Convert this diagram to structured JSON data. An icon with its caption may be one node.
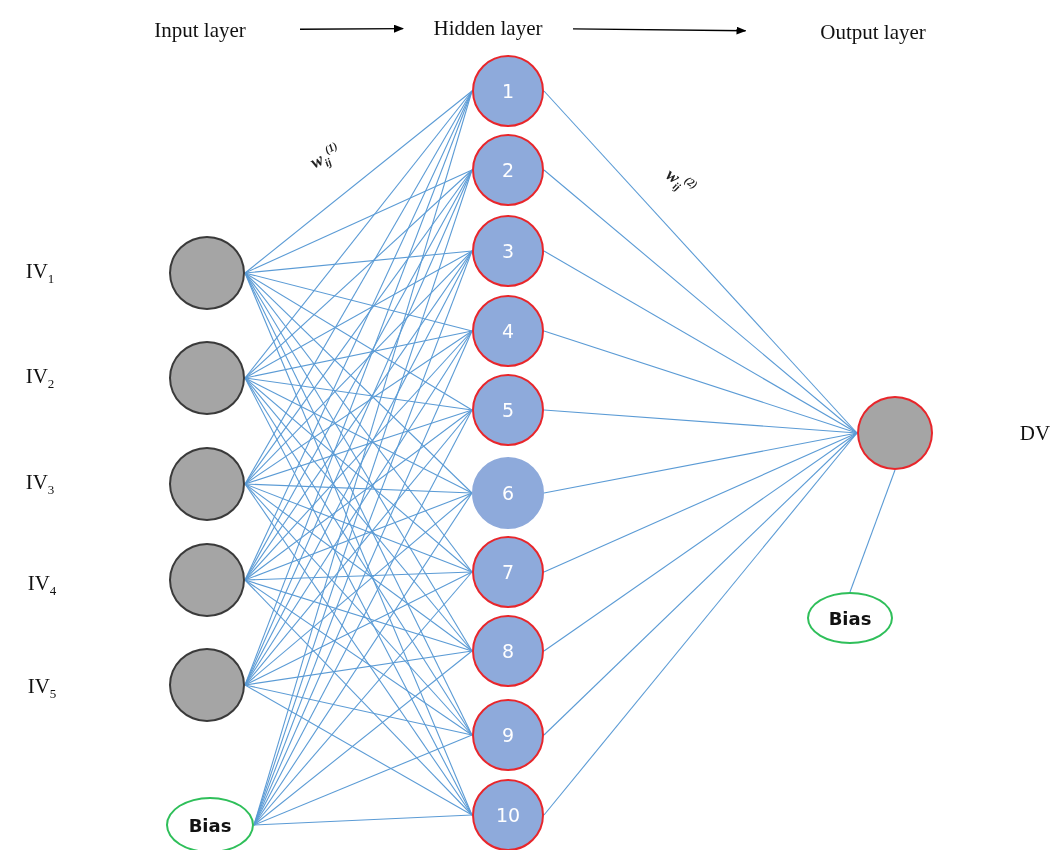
{
  "diagram": {
    "nodes": [
      {
        "text": [
          "Input layer"
        ]
      },
      {
        "text": [
          "Hidden layer"
        ]
      },
      {
        "text": [
          "Output layer"
        ]
      },
      {
        "text": [],
        "shape": "circle"
      },
      {
        "text": [],
        "shape": "circle"
      },
      {
        "text": [],
        "shape": "circle"
      },
      {
        "text": [],
        "shape": "circle"
      },
      {
        "text": [],
        "shape": "circle"
      },
      {
        "text": [
          "Bias"
        ]
      },
      {
        "text": [
          "1"
        ]
      },
      {
        "text": [
          "2"
        ]
      },
      {
        "text": [
          "3"
        ]
      },
      {
        "text": [
          "4"
        ]
      },
      {
        "text": [
          "5"
        ]
      },
      {
        "text": [
          "6"
        ]
      },
      {
        "text": [
          "7"
        ]
      },
      {
        "text": [
          "8"
        ]
      },
      {
        "text": [
          "9"
        ]
      },
      {
        "text": [
          "10"
        ]
      },
      {
        "text": [],
        "shape": "circle"
      },
      {
        "text": [
          "Bias"
        ]
      }
    ],
    "edges": [
      {
        "from": 0,
        "to": 1,
        "arrow": "to",
        "color": "#000000"
      },
      {
        "from": 1,
        "to": 2,
        "arrow": "to",
        "color": "#000000"
      },
      {
        "from": 3,
        "to": 9,
        "arrow": "none"
      },
      {
        "from": 3,
        "to": 10,
        "arrow": "none"
      },
      {
        "from": 3,
        "to": 11,
        "arrow": "none"
      },
      {
        "from": 3,
        "to": 12,
        "arrow": "none"
      },
      {
        "from": 3,
        "to": 13,
        "arrow": "none"
      },
      {
        "from": 3,
        "to": 14,
        "arrow": "none"
      },
      {
        "from": 3,
        "to": 15,
        "arrow": "none"
      },
      {
        "from": 3,
        "to": 16,
        "arrow": "none"
      },
      {
        "from": 3,
        "to": 17,
        "arrow": "none"
      },
      {
        "from": 3,
        "to": 18,
        "arrow": "none"
      },
      {
        "from": 4,
        "to": 9,
        "arrow": "none"
      },
      {
        "from": 4,
        "to": 10,
        "arrow": "none"
      },
      {
        "from": 4,
        "to": 11,
        "arrow": "none"
      },
      {
        "from": 4,
        "to": 12,
        "arrow": "none"
      },
      {
        "from": 4,
        "to": 13,
        "arrow": "none"
      },
      {
        "from": 4,
        "to": 14,
        "arrow": "none"
      },
      {
        "from": 4,
        "to": 15,
        "arrow": "none"
      },
      {
        "from": 4,
        "to": 16,
        "arrow": "none"
      },
      {
        "from": 4,
        "to": 17,
        "arrow": "none"
      },
      {
        "from": 4,
        "to": 18,
        "arrow": "none"
      },
      {
        "from": 5,
        "to": 9,
        "arrow": "none"
      },
      {
        "from": 5,
        "to": 10,
        "arrow": "none"
      },
      {
        "from": 5,
        "to": 11,
        "arrow": "none"
      },
      {
        "from": 5,
        "to": 12,
        "arrow": "none"
      },
      {
        "from": 5,
        "to": 13,
        "arrow": "none"
      },
      {
        "from": 5,
        "to": 14,
        "arrow": "none"
      },
      {
        "from": 5,
        "to": 15,
        "arrow": "none"
      },
      {
        "from": 5,
        "to": 16,
        "arrow": "none"
      },
      {
        "from": 5,
        "to": 17,
        "arrow": "none"
      },
      {
        "from": 5,
        "to": 18,
        "arrow": "none"
      },
      {
        "from": 6,
        "to": 9,
        "arrow": "none"
      },
      {
        "from": 6,
        "to": 10,
        "arrow": "none"
      },
      {
        "from": 6,
        "to": 11,
        "arrow": "none"
      },
      {
        "from": 6,
        "to": 12,
        "arrow": "none"
      },
      {
        "from": 6,
        "to": 13,
        "arrow": "none"
      },
      {
        "from": 6,
        "to": 14,
        "arrow": "none"
      },
      {
        "from": 6,
        "to": 15,
        "arrow": "none"
      },
      {
        "from": 6,
        "to": 16,
        "arrow": "none"
      },
      {
        "from": 6,
        "to": 17,
        "arrow": "none"
      },
      {
        "from": 6,
        "to": 18,
        "arrow": "none"
      },
      {
        "from": 7,
        "to": 9,
        "arrow": "none"
      },
      {
        "from": 7,
        "to": 10,
        "arrow": "none"
      },
      {
        "from": 7,
        "to": 11,
        "arrow": "none"
      },
      {
        "from": 7,
        "to": 12,
        "arrow": "none"
      },
      {
        "from": 7,
        "to": 13,
        "arrow": "none"
      },
      {
        "from": 7,
        "to": 14,
        "arrow": "none"
      },
      {
        "from": 7,
        "to": 15,
        "arrow": "none"
      },
      {
        "from": 7,
        "to": 16,
        "arrow": "none"
      },
      {
        "from": 7,
        "to": 17,
        "arrow": "none"
      },
      {
        "from": 7,
        "to": 18,
        "arrow": "none"
      },
      {
        "from": 8,
        "to": 9,
        "arrow": "none"
      },
      {
        "from": 8,
        "to": 10,
        "arrow": "none"
      },
      {
        "from": 8,
        "to": 11,
        "arrow": "none"
      },
      {
        "from": 8,
        "to": 12,
        "arrow": "none"
      },
      {
        "from": 8,
        "to": 13,
        "arrow": "none"
      },
      {
        "from": 8,
        "to": 14,
        "arrow": "none"
      },
      {
        "from": 8,
        "to": 15,
        "arrow": "none"
      },
      {
        "from": 8,
        "to": 16,
        "arrow": "none"
      },
      {
        "from": 8,
        "to": 17,
        "arrow": "none"
      },
      {
        "from": 8,
        "to": 18,
        "arrow": "none"
      },
      {
        "from": 9,
        "to": 19,
        "arrow": "none"
      },
      {
        "from": 10,
        "to": 19,
        "arrow": "none"
      },
      {
        "from": 11,
        "to": 19,
        "arrow": "none"
      },
      {
        "from": 12,
        "to": 19,
        "arrow": "none"
      },
      {
        "from": 13,
        "to": 19,
        "arrow": "none"
      },
      {
        "from": 14,
        "to": 19,
        "arrow": "none"
      },
      {
        "from": 15,
        "to": 19,
        "arrow": "none"
      },
      {
        "from": 16,
        "to": 19,
        "arrow": "none"
      },
      {
        "from": 17,
        "to": 19,
        "arrow": "none"
      },
      {
        "from": 18,
        "to": 19,
        "arrow": "none"
      },
      {
        "from": 20,
        "to": 19,
        "arrow": "none"
      }
    ],
    "labels": [
      "w$_{ij}$$^{(1)}$",
      "w$_{ij}$$^{(2)}$",
      "IV$_{1}$",
      "IV$_{2}$",
      "IV$_{3}$",
      "DV",
      "IV$_{4}$",
      "IV$_{5}$"
    ]
  }
}
